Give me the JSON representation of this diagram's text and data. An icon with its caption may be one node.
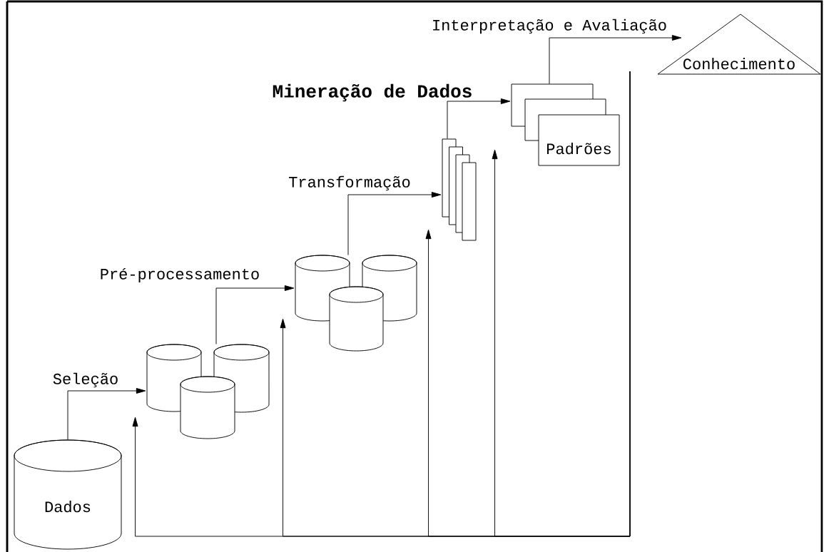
{
  "diagram": {
    "nodes": [
      {
        "text": [
          "Dados"
        ]
      },
      {
        "text": [],
        "shape": "cylinder"
      },
      {
        "text": [],
        "shape": "cylinder"
      },
      {
        "text": [],
        "shape": "cylinder"
      },
      {
        "text": [],
        "shape": "cylinder"
      },
      {
        "text": [],
        "shape": "cylinder"
      },
      {
        "text": [],
        "shape": "cylinder"
      },
      {
        "text": [],
        "shape": "box"
      },
      {
        "text": [],
        "shape": "box"
      },
      {
        "text": [],
        "shape": "box"
      },
      {
        "text": [],
        "shape": "box"
      },
      {
        "text": [],
        "shape": "box"
      },
      {
        "text": [],
        "shape": "box"
      },
      {
        "text": [
          "Padrões"
        ]
      },
      {
        "text": [
          "Conhecimento"
        ]
      }
    ],
    "edges": [
      {
        "from": 0,
        "to": 1,
        "arrow": "to",
        "label": "Seleção"
      },
      {
        "from": 2,
        "to": 4,
        "arrow": "to",
        "label": "Pré-processamento"
      },
      {
        "from": 4,
        "to": 7,
        "arrow": "to",
        "label": "Transformação"
      },
      {
        "from": 7,
        "to": 11,
        "arrow": "to",
        "label": "Mineração de Dados"
      },
      {
        "from": 11,
        "to": 14,
        "arrow": "to",
        "label": "Interpretação e Avaliação"
      },
      {
        "from": null,
        "to": 1,
        "arrow": "to"
      },
      {
        "from": null,
        "to": 4,
        "arrow": "to"
      },
      {
        "from": null,
        "to": 7,
        "arrow": "to"
      },
      {
        "from": null,
        "to": 12,
        "arrow": "to"
      }
    ]
  }
}
